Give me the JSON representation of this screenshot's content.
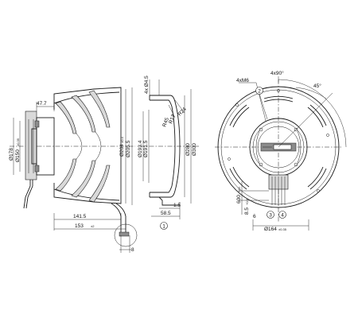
{
  "side_view": {
    "dim_47_7": "47.7",
    "dim_178": "Ø178",
    "dim_150": "Ø150",
    "dim_150_tol": "±0.35",
    "dim_204": "Ø204",
    "dim_204_tol": "±0.4",
    "dim_205_5": "Ø205.5",
    "dim_141_5": "141.5",
    "dim_153": "153",
    "dim_153_tol": "±2",
    "dim_8": "8"
  },
  "section_view": {
    "dim_4x4_5": "4x Ø4.5",
    "dim_r45": "R45",
    "dim_r17": "R17",
    "dim_r24": "R24",
    "dim_193_4": "Ø193.4",
    "dim_191_5": "Ø191.5",
    "dim_280": "Ø280",
    "dim_300": "Ø300",
    "dim_1_5": "1.5",
    "dim_58_5": "58.5",
    "callout_1": "1"
  },
  "front_view": {
    "dim_4x90": "4x90°",
    "dim_45": "45°",
    "dim_4xm6": "4xM6",
    "callout_2": "2",
    "callout_3": "3",
    "callout_4": "4",
    "dim_600": "600",
    "dim_600_tol": "+20",
    "dim_8_5": "8.5",
    "dim_8_5_tol": "+0.5",
    "dim_6": "6",
    "dim_164": "Ø164",
    "dim_164_tol": "±0.35"
  }
}
